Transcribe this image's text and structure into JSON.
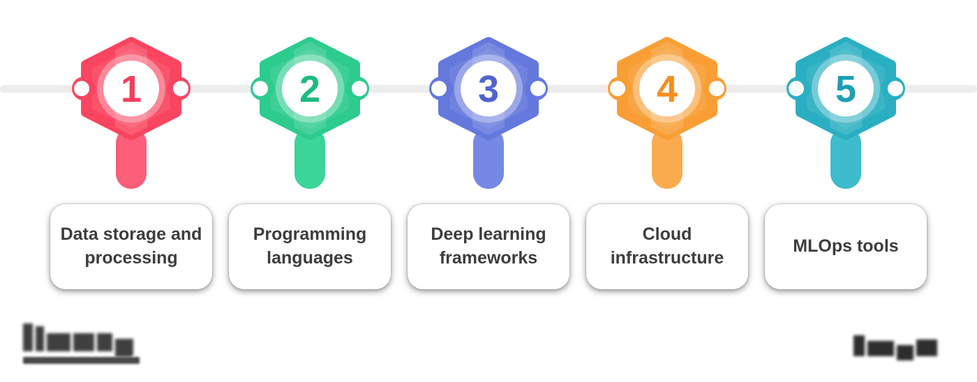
{
  "background_color": "#FFFFFF",
  "timeline": {
    "line_color": "#EDEDED",
    "node_count": 5
  },
  "markers": [
    {
      "number": "1",
      "color_main": "#FA4560",
      "color_stem": "#FB5E78",
      "color_number": "#F43F5E"
    },
    {
      "number": "2",
      "color_main": "#2DCB8E",
      "color_stem": "#3BD59A",
      "color_number": "#1FBA81"
    },
    {
      "number": "3",
      "color_main": "#6478DD",
      "color_stem": "#7488E4",
      "color_number": "#5063CE"
    },
    {
      "number": "4",
      "color_main": "#F99E35",
      "color_stem": "#FAAB4E",
      "color_number": "#F78E1C"
    },
    {
      "number": "5",
      "color_main": "#2AAFC2",
      "color_stem": "#3CBCCD",
      "color_number": "#1C9FB5"
    }
  ],
  "cards": [
    {
      "label": "Data storage and processing"
    },
    {
      "label": "Programming languages"
    },
    {
      "label": "Deep learning frameworks"
    },
    {
      "label": "Cloud infrastructure"
    },
    {
      "label": "MLOps tools"
    }
  ],
  "card_text_color": "#3D3D3D",
  "footer": {
    "left_logo": "blurred-illegible-wordmark",
    "left_logo_tagline": "blurred-illegible-tagline",
    "right_logo": "blurred-illegible-wordmark"
  }
}
